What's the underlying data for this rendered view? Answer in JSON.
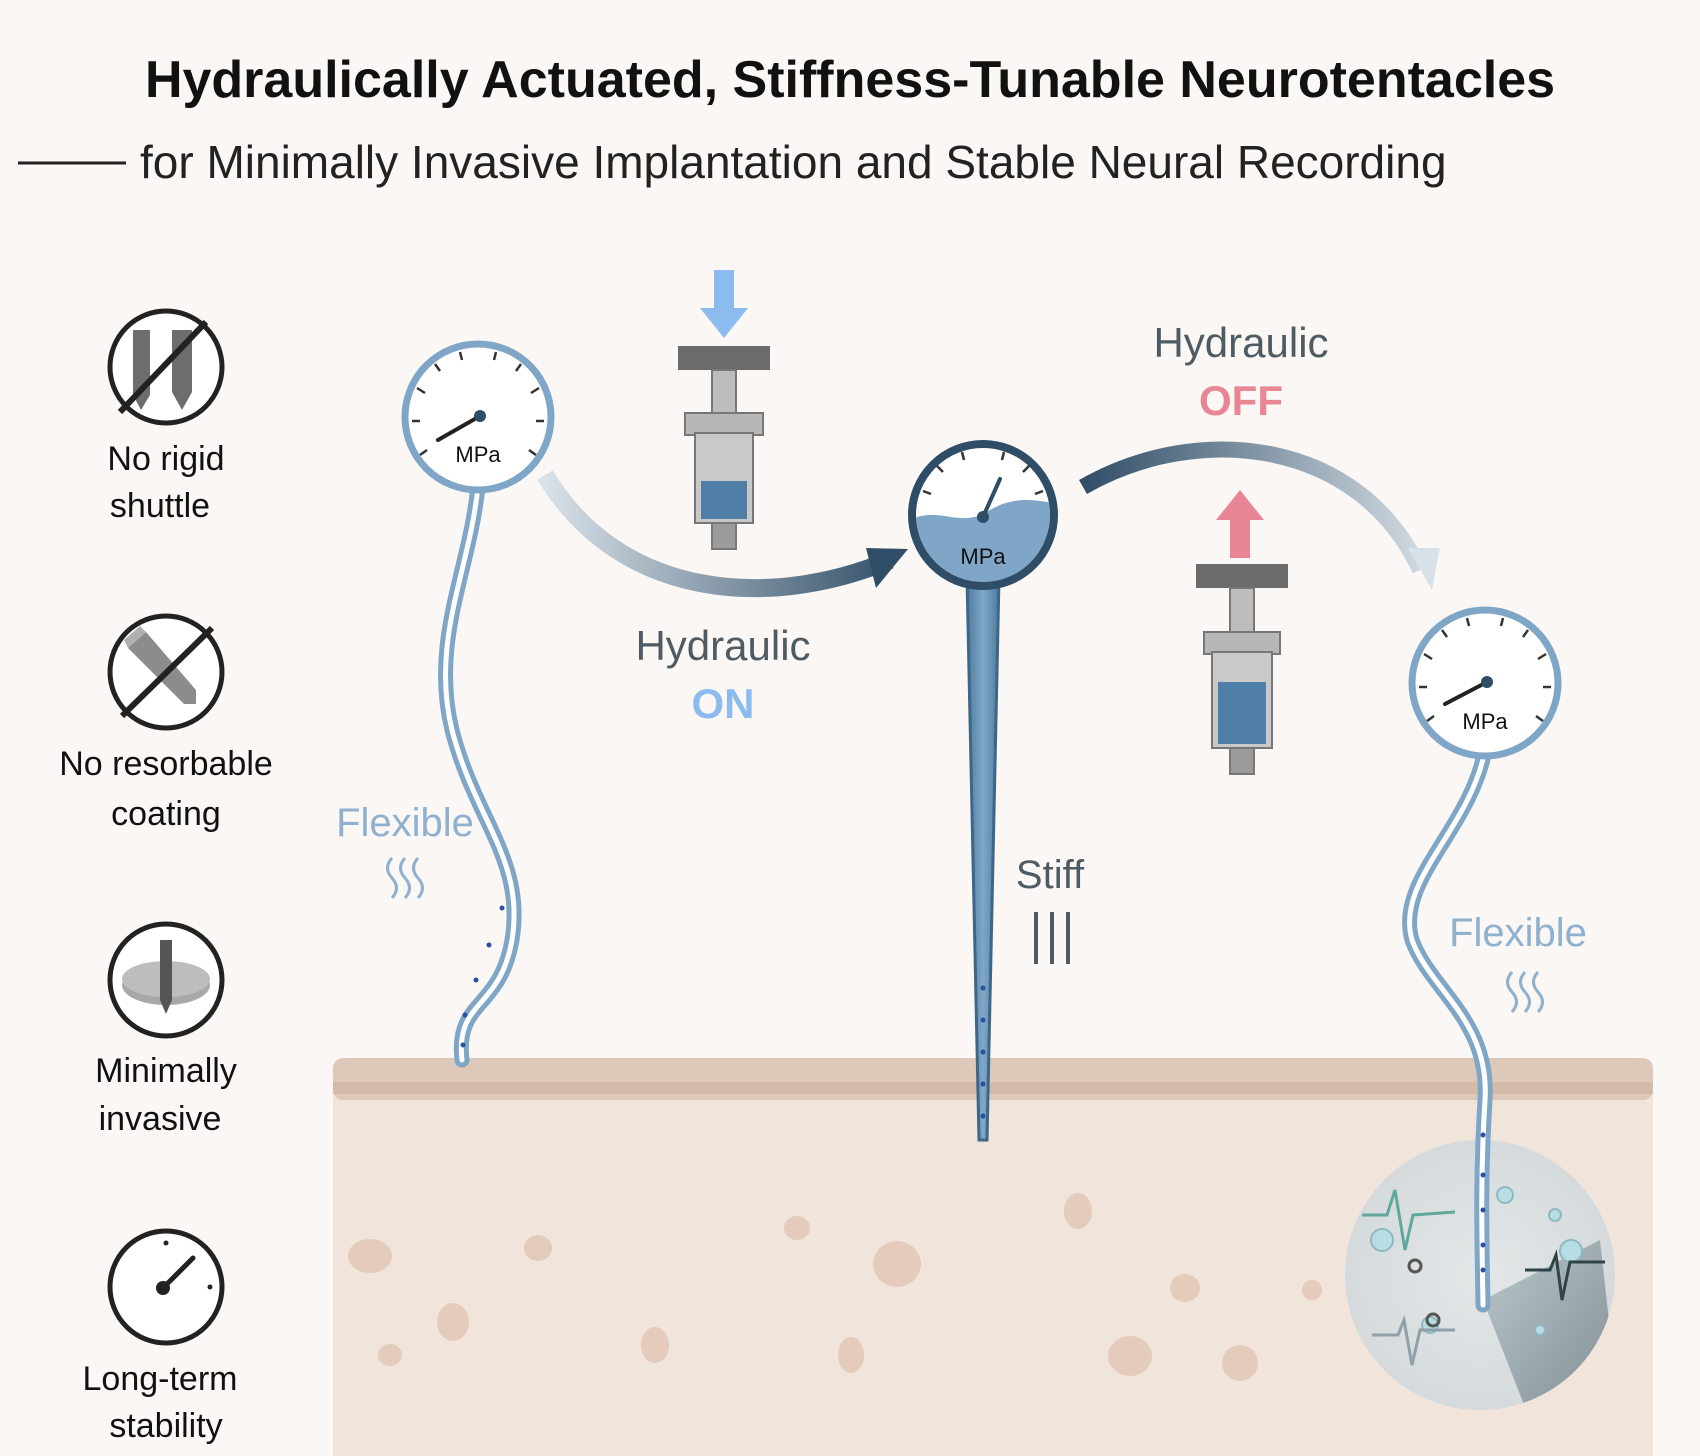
{
  "title": "Hydraulically Actuated, Stiffness-Tunable Neurotentacles",
  "subtitle": "for Minimally Invasive Implantation and Stable Neural Recording",
  "features": [
    {
      "icon": "no-rigid-shuttle-icon",
      "line1": "No rigid",
      "line2": "shuttle"
    },
    {
      "icon": "no-resorbable-coating-icon",
      "line1": "No resorbable",
      "line2": "coating"
    },
    {
      "icon": "minimally-invasive-icon",
      "line1": "Minimally",
      "line2": "invasive"
    },
    {
      "icon": "long-term-stability-icon",
      "line1": "Long-term",
      "line2": "stability"
    }
  ],
  "gauges": {
    "left": "MPa",
    "middle": "MPa",
    "right": "MPa"
  },
  "states": {
    "hydraulic_on": {
      "label": "Hydraulic",
      "state": "ON"
    },
    "hydraulic_off": {
      "label": "Hydraulic",
      "state": "OFF"
    }
  },
  "stiffness_labels": {
    "left": "Flexible",
    "middle": "Stiff",
    "right": "Flexible"
  },
  "colors": {
    "probe_blue": "#7fa6c7",
    "dark_blue": "#2f4d66",
    "on_blue": "#8cbcef",
    "off_pink": "#e98695",
    "tissue": "#f1e4da",
    "surface": "#dcc4b5",
    "text_gray": "#4f5b63",
    "background": "#faf7f4"
  }
}
